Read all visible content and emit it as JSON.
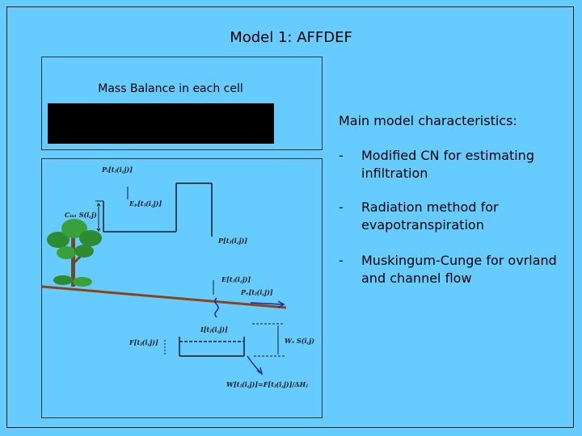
{
  "slide": {
    "title": "Model 1: AFFDEF"
  },
  "mass_balance": {
    "title": "Mass Balance in each cell"
  },
  "characteristics": {
    "heading": "Main model characteristics:",
    "items": [
      {
        "dash": "-",
        "text": "Modified  CN  for estimating infiltration"
      },
      {
        "dash": "-",
        "text": "Radiation method for evapotranspiration"
      },
      {
        "dash": "-",
        "text": "Muskingum-Cunge for ovrland and channel flow"
      }
    ]
  },
  "diagram": {
    "labels": {
      "pi": "Pᵢ[tⱼ(i,j)]",
      "ep": "Eₚ[tⱼ(i,j)]",
      "cint": "Cᵢₙₜ S(i,j)",
      "p": "P[tⱼ(i,j)]",
      "e": "E[tⱼ(i,j)]",
      "pd": "Pₑ[tⱼ(i,j)]",
      "i": "I[tⱼ(i,j)]",
      "f": "F[tⱼ(i,j)]",
      "ws": "Wₛ S(i,j)",
      "w": "W[tⱼ(i,j)]=F[tⱼ(i,j)]/ΔHⱼ"
    },
    "colors": {
      "ground": "#8b4513",
      "flow_arrow": "#1a2aa0",
      "tree_canopy": "#2f8b2f",
      "tree_trunk": "#6b4a2a"
    }
  }
}
